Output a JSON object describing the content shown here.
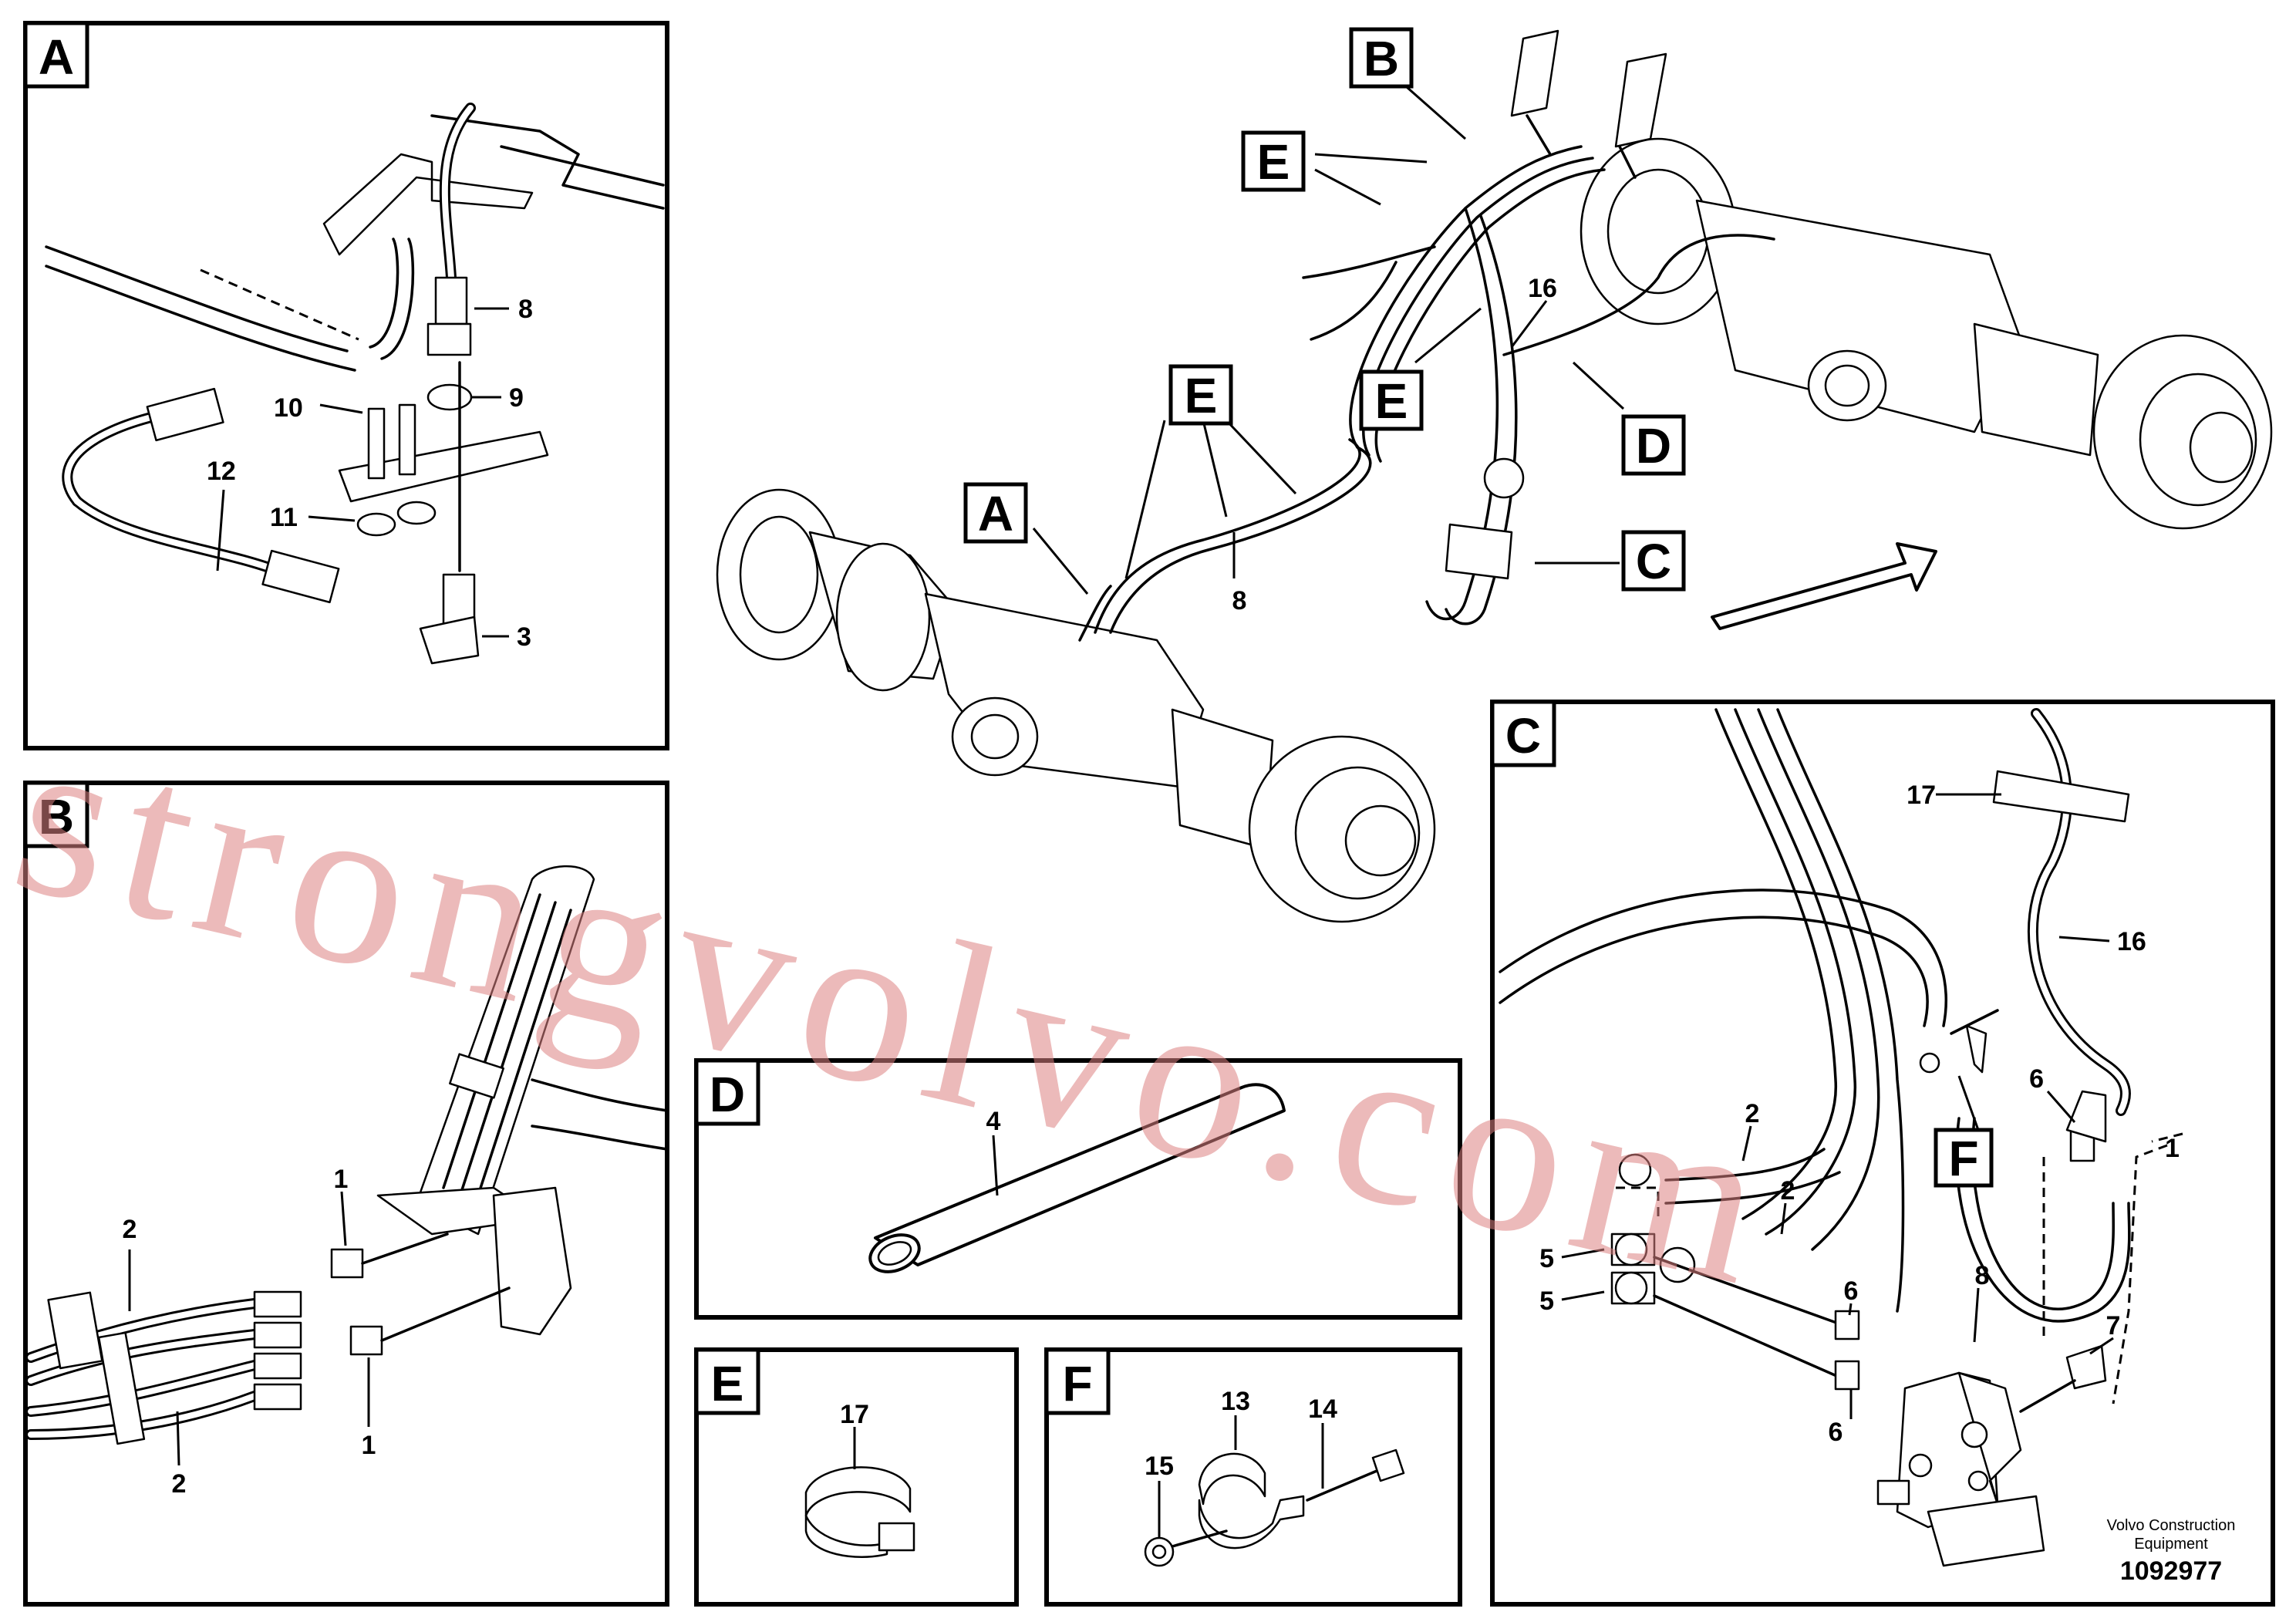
{
  "detail_labels": {
    "A": "A",
    "B": "B",
    "C": "C",
    "D": "D",
    "E": "E",
    "F": "F"
  },
  "main_callouts": {
    "B": "B",
    "E1": "E",
    "E2": "E",
    "E3": "E",
    "A": "A",
    "C": "C",
    "D": "D",
    "n16": "16",
    "n8": "8"
  },
  "panel_a_parts": {
    "n8": "8",
    "n9": "9",
    "n10": "10",
    "n11": "11",
    "n12": "12",
    "n3": "3"
  },
  "panel_b_parts": {
    "n1a": "1",
    "n1b": "1",
    "n2a": "2",
    "n2b": "2"
  },
  "panel_c_parts": {
    "n17": "17",
    "n16": "16",
    "n6a": "6",
    "n2a": "2",
    "n2b": "2",
    "n1": "1",
    "n5a": "5",
    "n5b": "5",
    "n6b": "6",
    "n8": "8",
    "n7": "7",
    "n6c": "6",
    "F": "F"
  },
  "panel_d_parts": {
    "n4": "4"
  },
  "panel_e_parts": {
    "n17": "17"
  },
  "panel_f_parts": {
    "n13": "13",
    "n14": "14",
    "n15": "15"
  },
  "credit": {
    "line1": "Volvo Construction",
    "line2": "Equipment",
    "doc_number": "1092977"
  },
  "watermark": "strongvolvo.com"
}
